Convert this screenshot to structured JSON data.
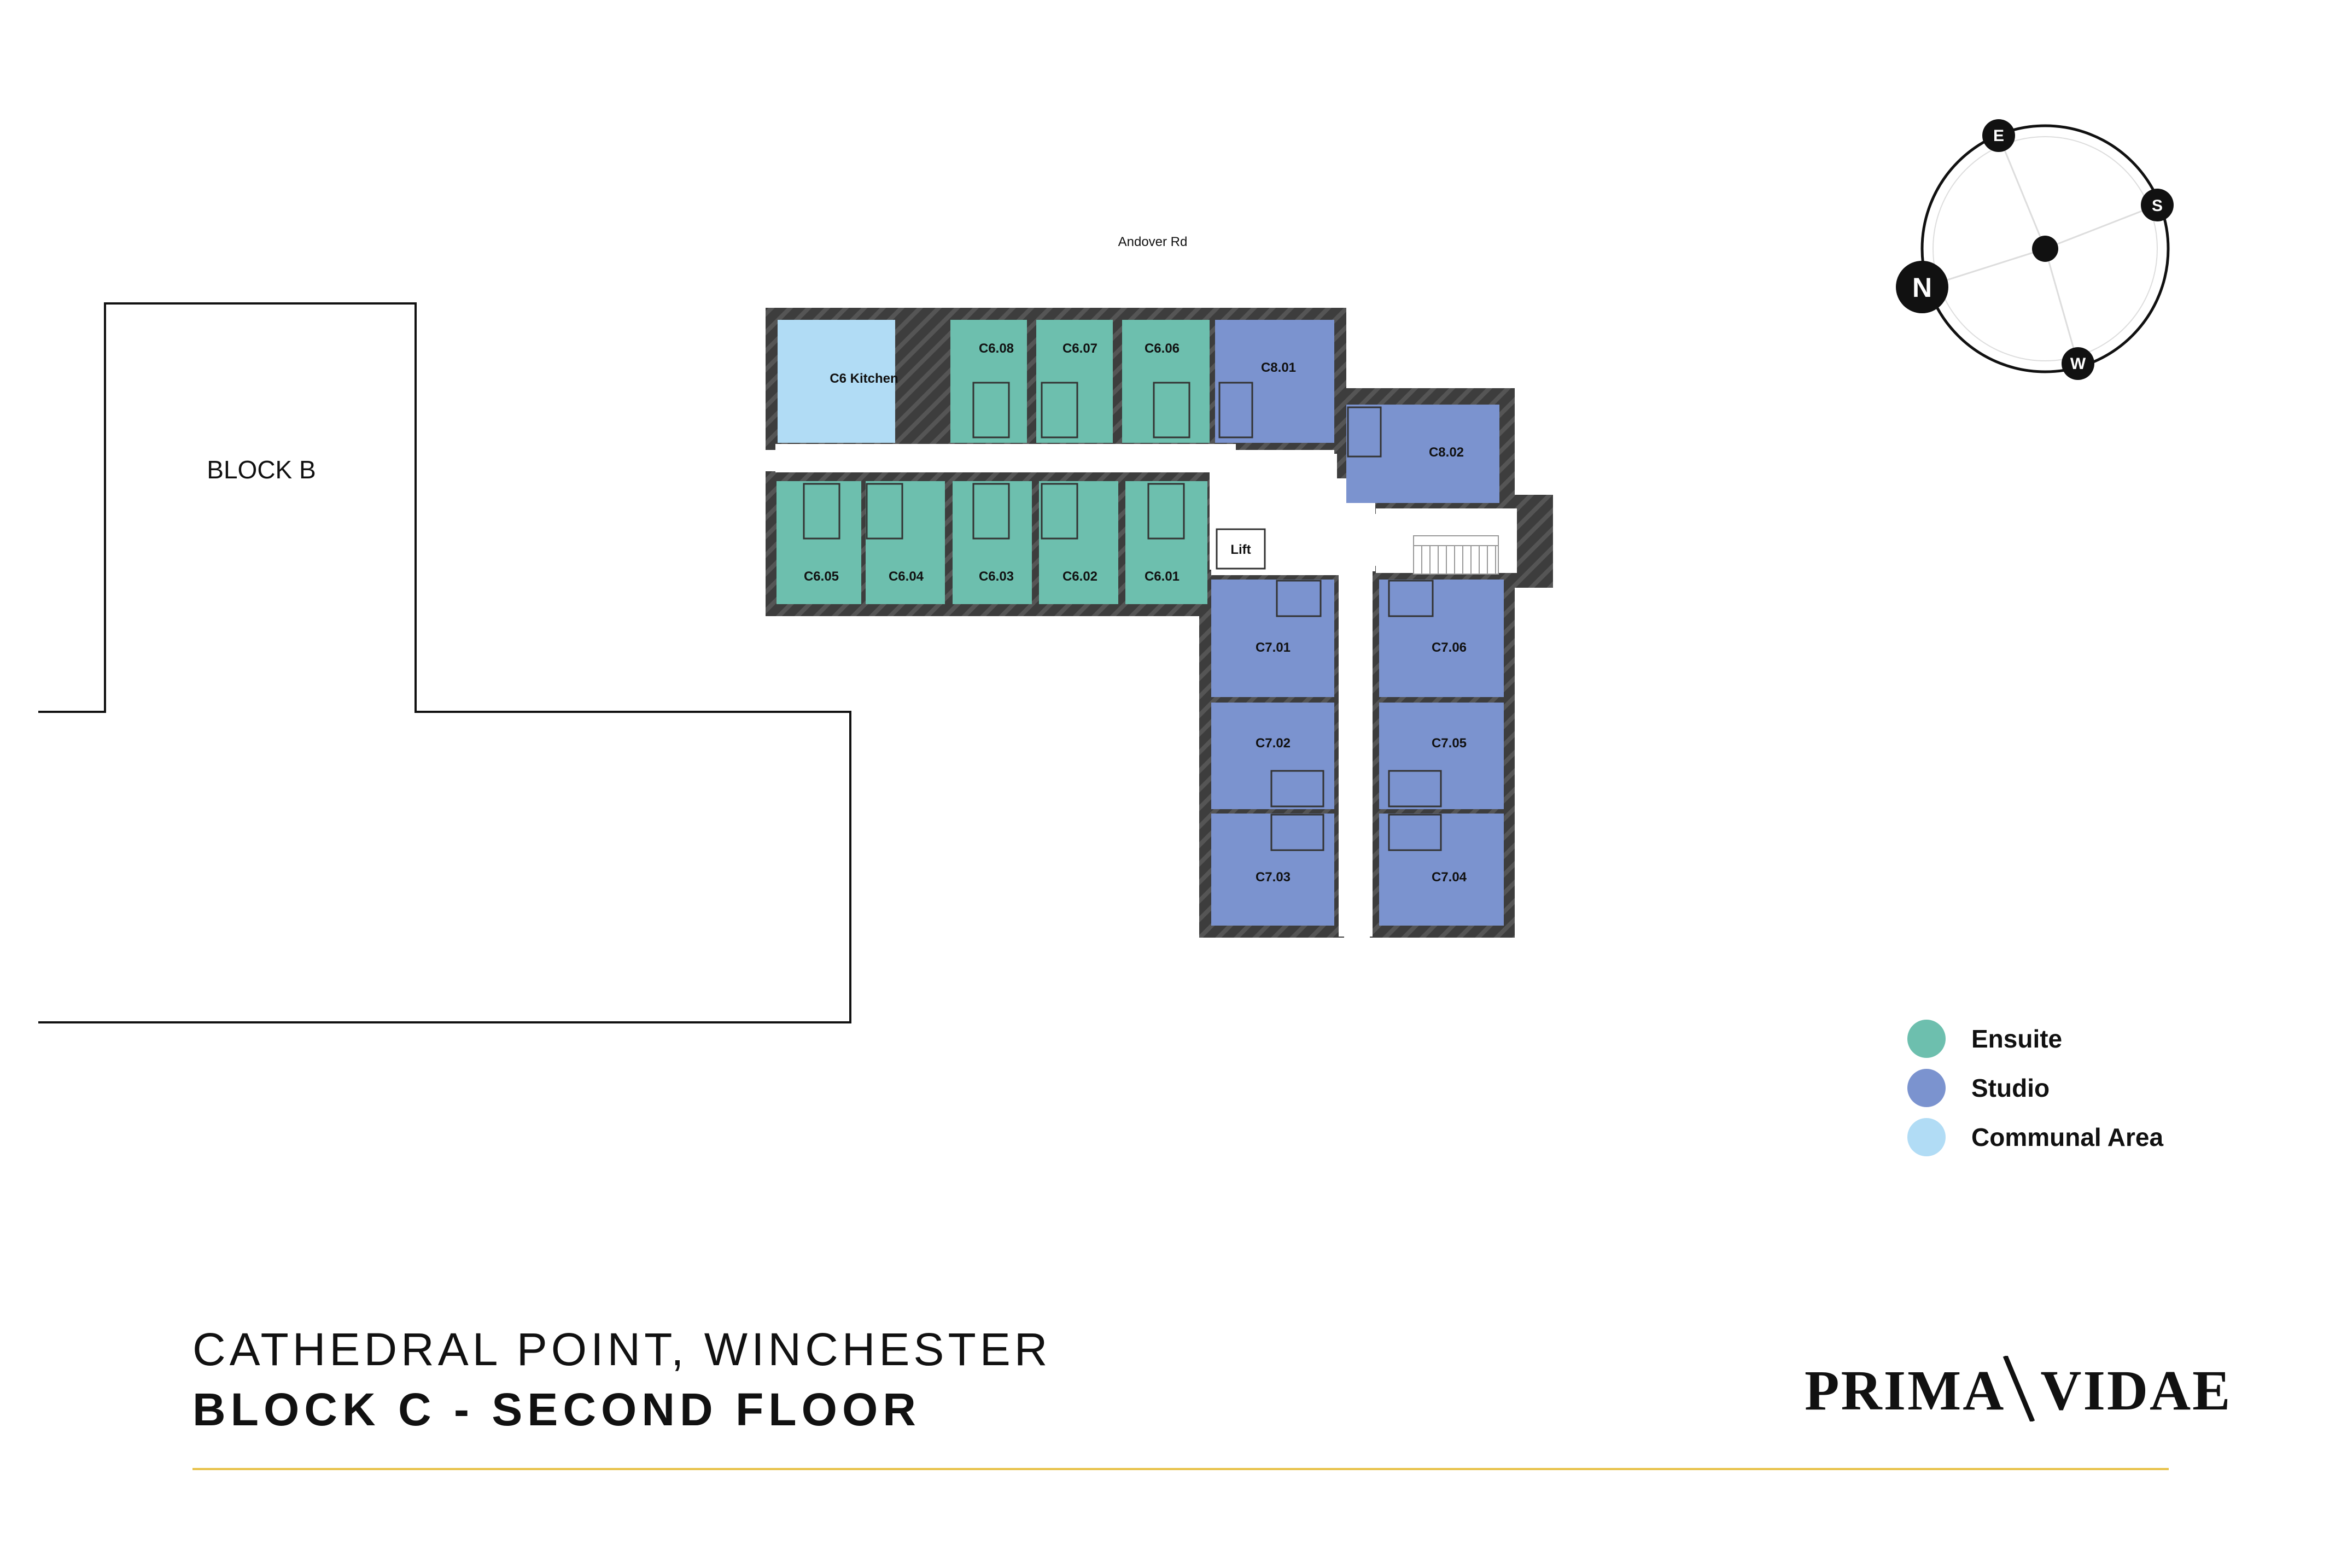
{
  "street": "Andover Rd",
  "neighbour_block": "BLOCK B",
  "compass": {
    "n": "N",
    "e": "E",
    "s": "S",
    "w": "W"
  },
  "rooms": {
    "kitchen": "C6 Kitchen",
    "c608": "C6.08",
    "c607": "C6.07",
    "c606": "C6.06",
    "c605": "C6.05",
    "c604": "C6.04",
    "c603": "C6.03",
    "c602": "C6.02",
    "c601": "C6.01",
    "c801": "C8.01",
    "c802": "C8.02",
    "lift": "Lift",
    "c701": "C7.01",
    "c702": "C7.02",
    "c703": "C7.03",
    "c704": "C7.04",
    "c705": "C7.05",
    "c706": "C7.06"
  },
  "legend": [
    {
      "label": "Ensuite",
      "color": "#6dbfae"
    },
    {
      "label": "Studio",
      "color": "#7b93cf"
    },
    {
      "label": "Communal Area",
      "color": "#b1dcf5"
    }
  ],
  "title": {
    "line1": "CATHEDRAL POINT, WINCHESTER",
    "line2": "BLOCK C - SECOND FLOOR"
  },
  "brand": {
    "left": "PRIMA",
    "right": "VIDAE"
  },
  "colors": {
    "wall": "#3a3a3a",
    "accent_rule": "#e8c24a"
  }
}
